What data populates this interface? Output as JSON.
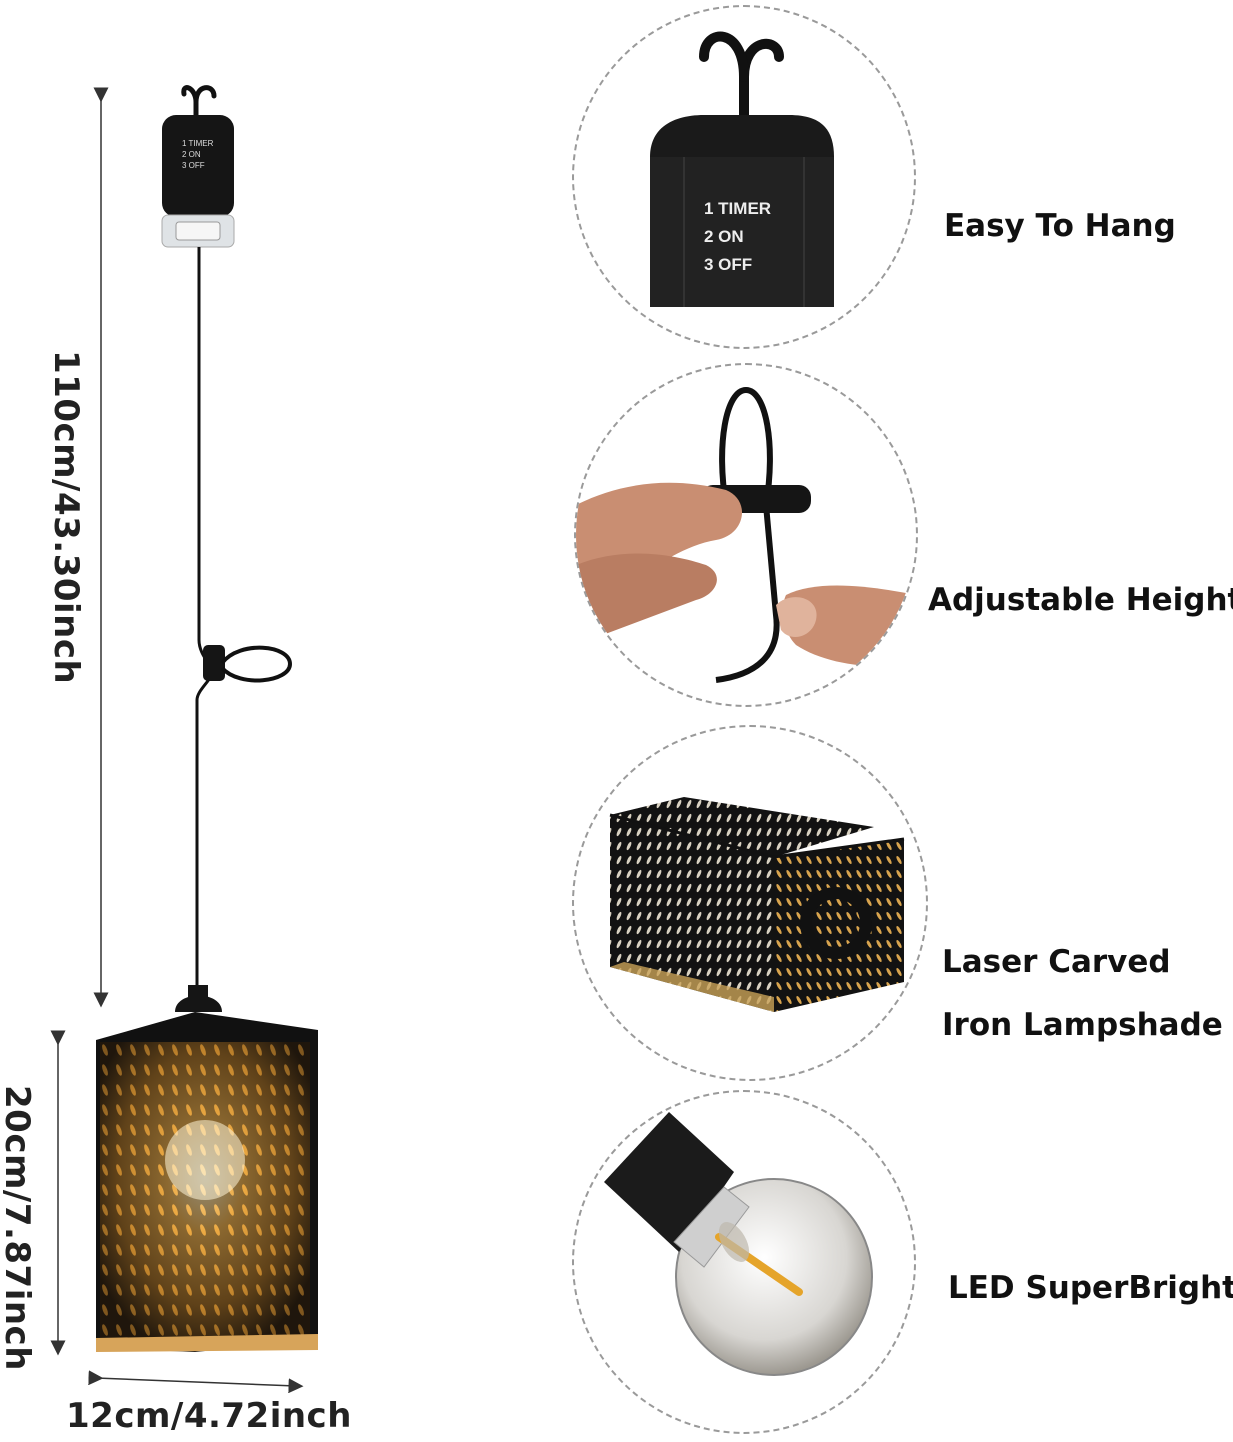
{
  "dimensions": {
    "cord_length": "110cm/43.30inch",
    "shade_height": "20cm/7.87inch",
    "shade_width": "12cm/4.72inch"
  },
  "switch_labels": [
    "1 TIMER",
    "2 ON",
    "3 OFF"
  ],
  "features": [
    {
      "label": "Easy To Hang",
      "icon": "switch-hook-icon"
    },
    {
      "label": "Adjustable Height",
      "icon": "cord-loop-icon"
    },
    {
      "label": "Laser Carved",
      "label2": "Iron Lampshade",
      "icon": "lampshade-icon"
    },
    {
      "label": "LED SuperBright",
      "icon": "bulb-icon"
    }
  ],
  "colors": {
    "lamp_black": "#151515",
    "glow": "#e8a23a",
    "dashed_circle": "#9a9a9a"
  }
}
